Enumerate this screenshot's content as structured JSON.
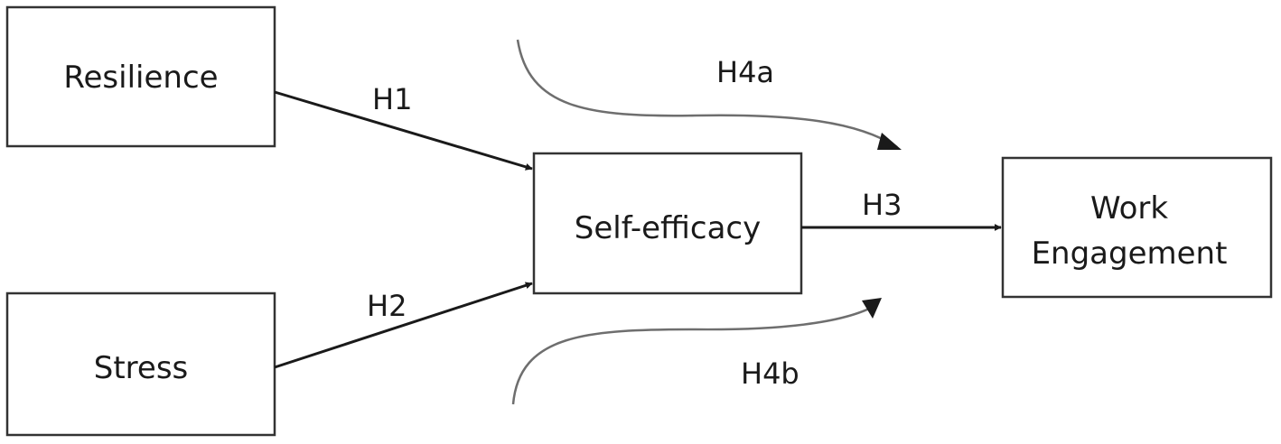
{
  "nodes": {
    "resilience": "Resilience",
    "stress": "Stress",
    "self_efficacy": "Self-efficacy",
    "work_engagement_line1": "Work",
    "work_engagement_line2": "Engagement"
  },
  "edges": {
    "h1": "H1",
    "h2": "H2",
    "h3": "H3",
    "h4a": "H4a",
    "h4b": "H4b"
  },
  "colors": {
    "box_stroke": "#333333",
    "arrow": "#1a1a1a",
    "moderation_curve": "#6e6e6e"
  }
}
